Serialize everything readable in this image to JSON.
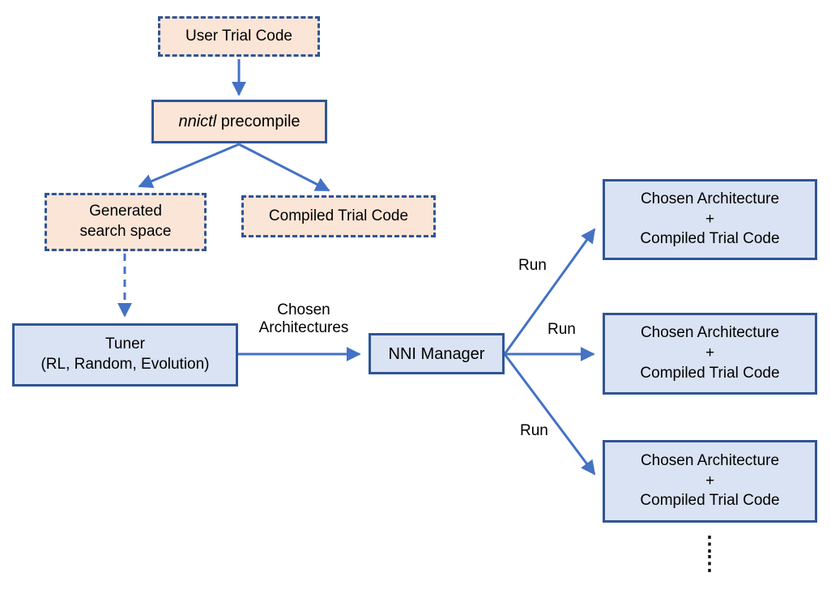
{
  "diagram": {
    "title_implicit": "NNI nnictl precompile workflow",
    "colors": {
      "peach_fill": "#fbe5d6",
      "light_blue_fill": "#dae3f3",
      "box_border_blue": "#2f5597",
      "arrow_blue": "#4472c4",
      "text": "#000000",
      "background": "#ffffff"
    },
    "nodes": {
      "user_trial_code": {
        "label": "User Trial Code"
      },
      "nnictl_precompile": {
        "command": "nnictl",
        "rest": " precompile"
      },
      "generated_search_space": {
        "line1": "Generated",
        "line2": "search space"
      },
      "compiled_trial_code": {
        "label": "Compiled Trial Code"
      },
      "tuner": {
        "line1": "Tuner",
        "line2": "(RL, Random, Evolution)"
      },
      "nni_manager": {
        "label": "NNI Manager"
      },
      "trial_boxes": [
        {
          "line1": "Chosen Architecture",
          "line2": "+",
          "line3": "Compiled Trial Code"
        },
        {
          "line1": "Chosen Architecture",
          "line2": "+",
          "line3": "Compiled Trial Code"
        },
        {
          "line1": "Chosen Architecture",
          "line2": "+",
          "line3": "Compiled Trial Code"
        }
      ]
    },
    "edge_labels": {
      "chosen_architectures": {
        "line1": "Chosen",
        "line2": "Architectures"
      },
      "run_top": "Run",
      "run_middle": "Run",
      "run_bottom": "Run"
    },
    "continuation": {
      "dots_top": "⋮",
      "dots_bottom": "⋮"
    }
  }
}
